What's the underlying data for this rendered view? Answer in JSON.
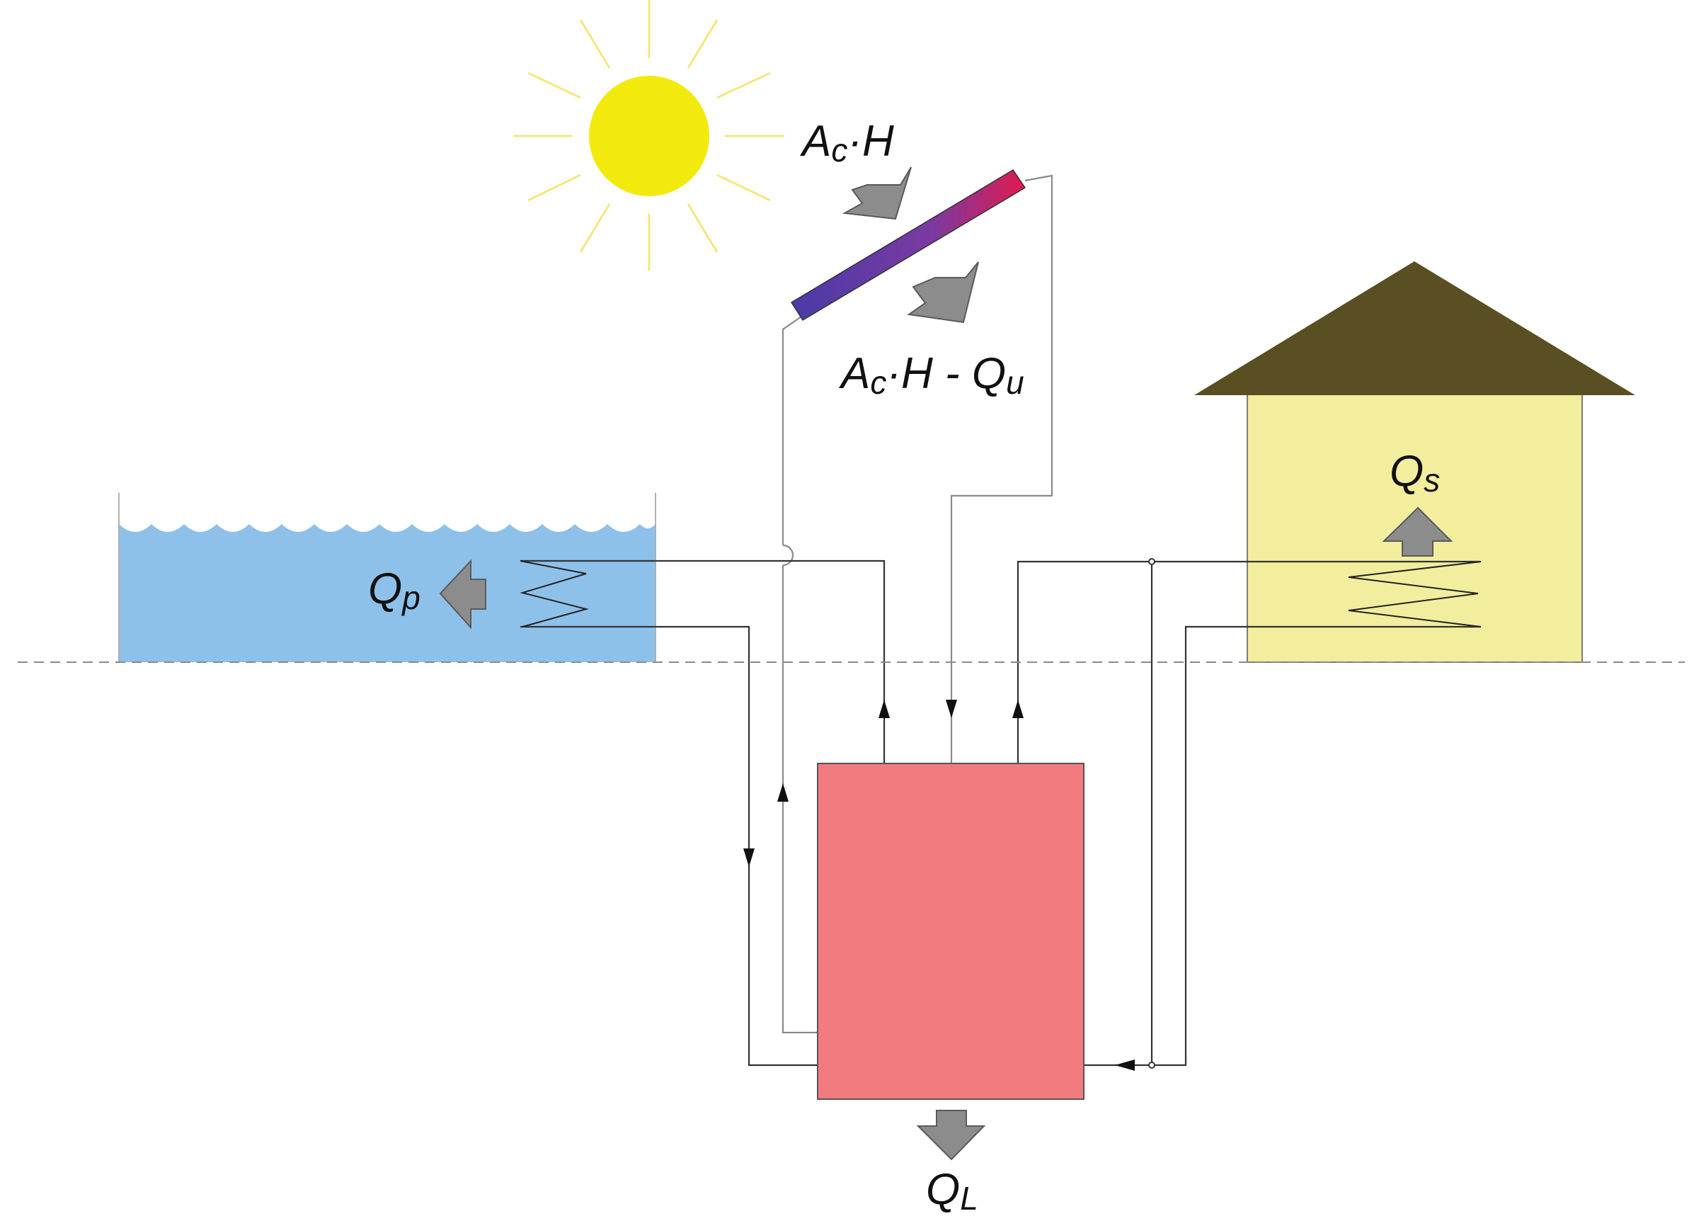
{
  "labels": {
    "ac_h": {
      "main": "A",
      "sub1": "c",
      "rest": "·H"
    },
    "ac_h_qu": {
      "main": "A",
      "sub1": "c",
      "mid": "·H - Q",
      "sub2": "u"
    },
    "qp": {
      "main": "Q",
      "sub": "p"
    },
    "qs": {
      "main": "Q",
      "sub": "s"
    },
    "ql": {
      "main": "Q",
      "sub": "L"
    }
  },
  "colors": {
    "sun": "#f2ea0c",
    "sun_rays": "#f7e36a",
    "pool_water": "#8ec1ea",
    "house_wall": "#f3ee9e",
    "house_roof": "#594f22",
    "storage_tank": "#f27b7f",
    "collector_gradient": [
      "#4a3aa8",
      "#7a3aa0",
      "#e01a50"
    ],
    "heat_arrow": "#8c8c8c"
  },
  "icons": [
    "sun-icon",
    "solar-collector-icon",
    "pool-icon",
    "house-icon",
    "storage-tank-icon",
    "heat-exchanger-coil-icon",
    "heat-flow-arrow-icon"
  ]
}
